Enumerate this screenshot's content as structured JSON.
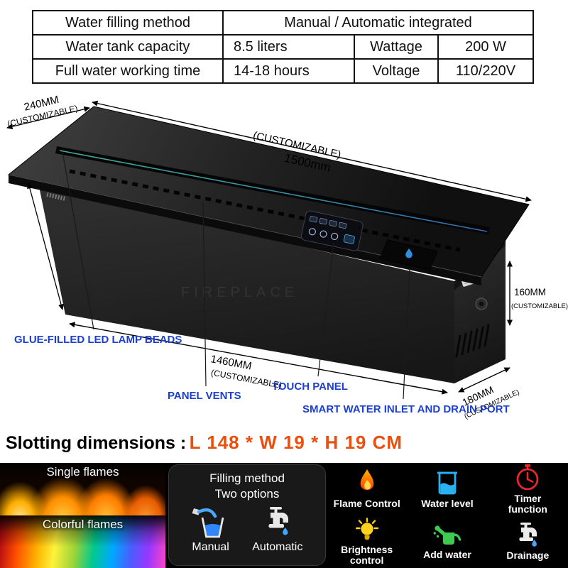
{
  "spec_table": {
    "r1c1": "Water filling method",
    "r1c2": "Manual / Automatic integrated",
    "r2c1": "Water tank capacity",
    "r2c2": "8.5  liters",
    "r2c3": "Wattage",
    "r2c4": "200 W",
    "r3c1": "Full water working time",
    "r3c2": "14-18 hours",
    "r3c3": "Voltage",
    "r3c4": "110/220V"
  },
  "dims": {
    "note": "(CUSTOMIZABLE)",
    "depth": "240MM",
    "length": "1500mm",
    "height": "160MM",
    "inner_length": "1460MM",
    "side_depth": "180MM"
  },
  "callouts": {
    "led": "GLUE-FILLED LED LAMP BEADS",
    "vents": "PANEL VENTS",
    "touch": "TOUCH PANEL",
    "inlet": "SMART WATER INLET AND DRAIN PORT"
  },
  "slotting": {
    "label": "Slotting dimensions :",
    "value": "L 148 * W 19 * H 19  CM"
  },
  "watermark": "FIREPLACE",
  "bottom": {
    "tiles": [
      {
        "label": "Single flames"
      },
      {
        "label": "Colorful flames"
      }
    ],
    "filling": {
      "title": "Filling method",
      "subtitle": "Two options",
      "options": [
        {
          "label": "Manual"
        },
        {
          "label": "Automatic"
        }
      ]
    },
    "features": [
      {
        "label": "Flame Control",
        "icon": "flame-icon"
      },
      {
        "label": "Water level",
        "icon": "water-level-icon"
      },
      {
        "label": "Timer function",
        "icon": "timer-icon"
      },
      {
        "label": "Brightness control",
        "icon": "brightness-icon"
      },
      {
        "label": "Add water",
        "icon": "add-water-icon"
      },
      {
        "label": "Drainage",
        "icon": "drainage-icon"
      }
    ]
  },
  "colors": {
    "callout_blue": "#1b3fd0",
    "accent_orange": "#ea4f0e",
    "flame_orange": "#ff7d00",
    "water_blue": "#29b1f2",
    "timer_red": "#e8262d",
    "brightness_yellow": "#ffd21e",
    "add_water_green": "#3ecb52"
  }
}
